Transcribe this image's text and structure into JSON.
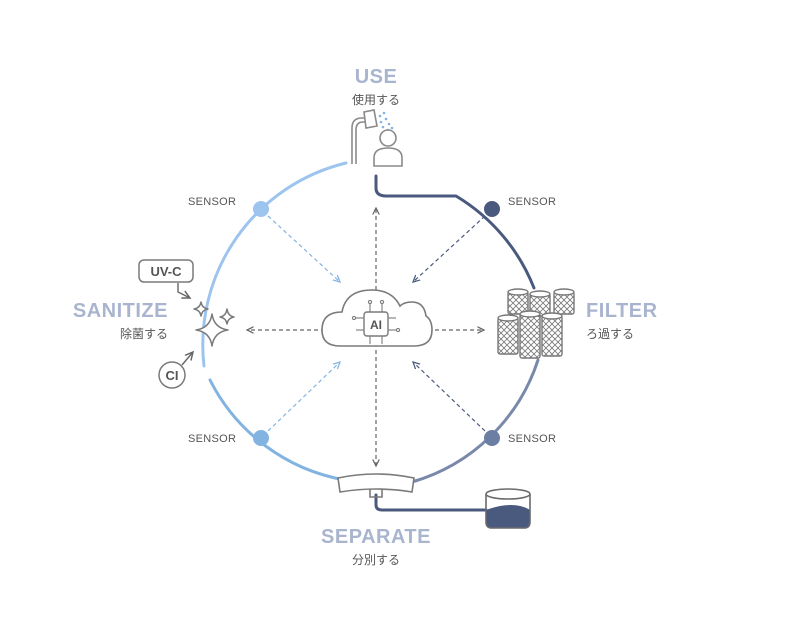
{
  "stages": {
    "use": {
      "title": "USE",
      "subtitle": "使用する"
    },
    "filter": {
      "title": "FILTER",
      "subtitle": "ろ過する"
    },
    "separate": {
      "title": "SEPARATE",
      "subtitle": "分別する"
    },
    "sanitize": {
      "title": "SANITIZE",
      "subtitle": "除菌する"
    }
  },
  "sensor_label": "SENSOR",
  "center_label": "AI",
  "inputs": {
    "uvc": "UV-C",
    "ci": "CI"
  },
  "icons": {
    "use": [
      "shower-icon",
      "person-icon"
    ],
    "filter": "filter-cartridges-icon",
    "separate": "separator-tray-icon",
    "tank": "water-tank-icon",
    "sanitize": "sparkle-icon",
    "center": "ai-cloud-icon"
  },
  "colors": {
    "light_blue": "#9cc4ef",
    "sky_blue": "#83b4e1",
    "navy": "#4a5a7e",
    "slate": "#7889aa",
    "title": "#a9b4cf",
    "gray": "#888888"
  }
}
